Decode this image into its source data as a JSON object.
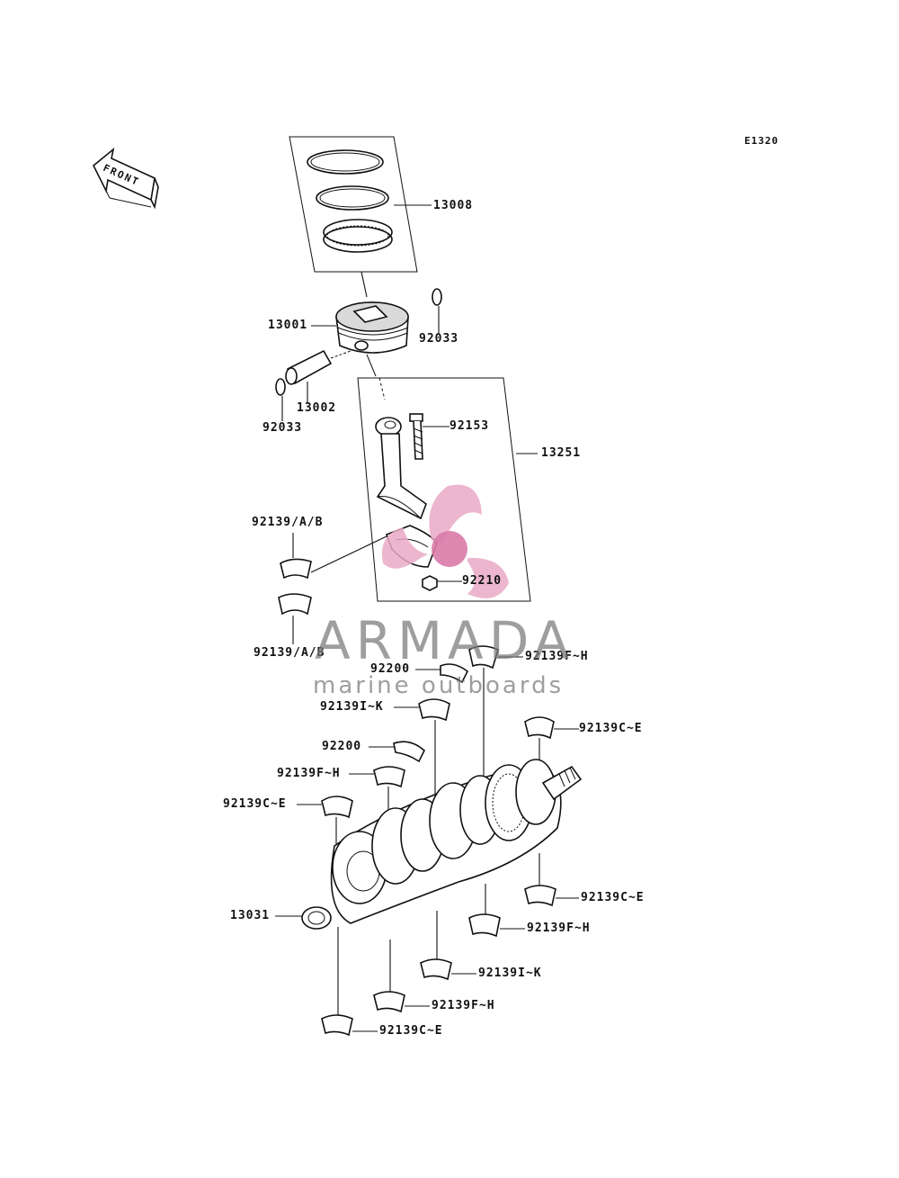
{
  "diagram": {
    "code": "E1320",
    "front_label": "FRONT"
  },
  "watermark": {
    "title": "ARMADA",
    "subtitle": "marine outboards",
    "colors": {
      "logo": "#e9a9c6",
      "logo_dark": "#d97aa8",
      "text": "#7a7a7a"
    }
  },
  "labels": [
    "13008",
    "13001",
    "92033",
    "13002",
    "92033",
    "92153",
    "13251",
    "92139/A/B",
    "92210",
    "92139/A/B",
    "92139F~H",
    "92200",
    "92139I~K",
    "92139C~E",
    "92200",
    "92139F~H",
    "92139C~E",
    "92139C~E",
    "13031",
    "92139F~H",
    "92139I~K",
    "92139F~H",
    "92139C~E"
  ]
}
